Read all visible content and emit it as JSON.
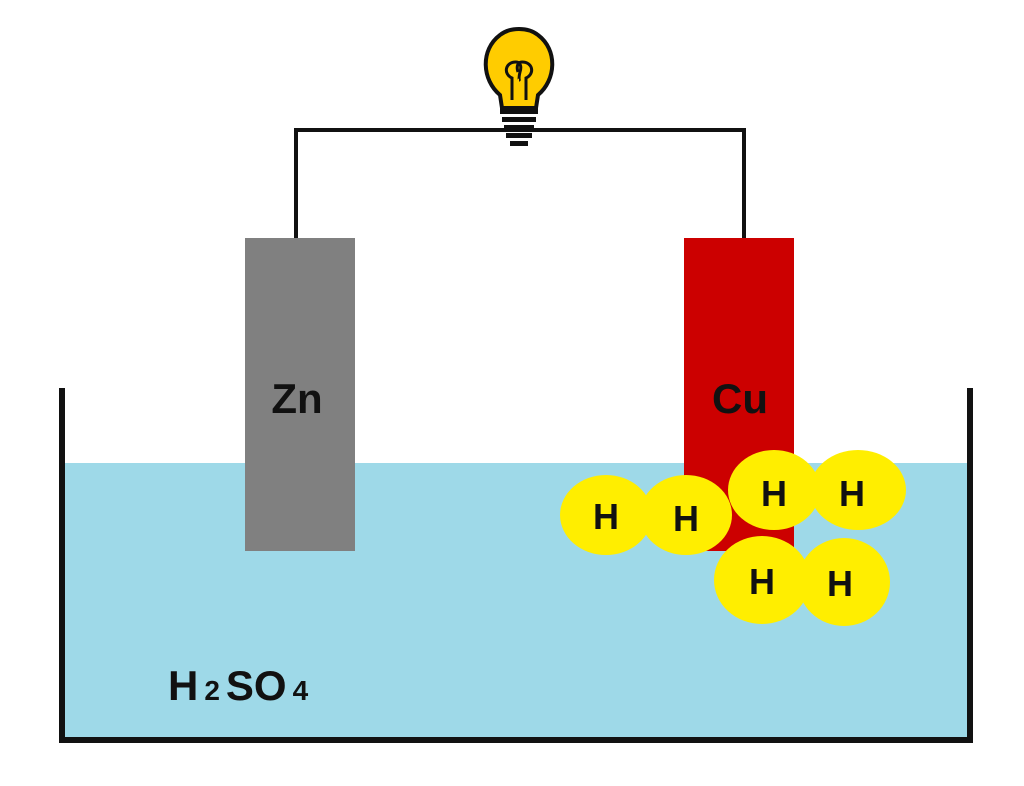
{
  "diagram": {
    "electrolyte": {
      "formula_parts": [
        {
          "text": "H",
          "kind": "symbol"
        },
        {
          "text": "2",
          "kind": "index"
        },
        {
          "text": "SO",
          "kind": "symbol"
        },
        {
          "text": "4",
          "kind": "index"
        }
      ],
      "color": "#9ed9e8"
    },
    "electrodes": [
      {
        "id": "zinc",
        "label": "Zn",
        "color": "#808080"
      },
      {
        "id": "copper",
        "label": "Cu",
        "color": "#cc0000"
      }
    ],
    "hydrogen_atoms": [
      {
        "label": "H"
      },
      {
        "label": "H"
      },
      {
        "label": "H"
      },
      {
        "label": "H"
      },
      {
        "label": "H"
      },
      {
        "label": "H"
      }
    ],
    "colors": {
      "wire": "#111111",
      "container": "#111111",
      "hydrogen": "#ffee00",
      "bulb": "#ffcc00"
    },
    "icons": {
      "bulb": "light-bulb-icon"
    }
  }
}
